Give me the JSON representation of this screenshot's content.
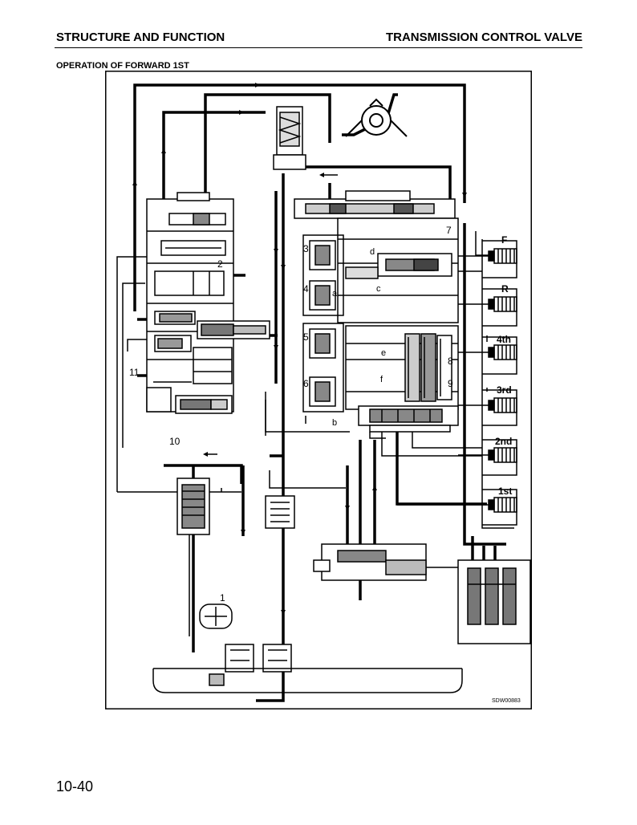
{
  "header": {
    "left": "STRUCTURE AND FUNCTION",
    "right": "TRANSMISSION CONTROL VALVE"
  },
  "section_title": "OPERATION OF FORWARD 1ST",
  "figure": {
    "code": "SDW00883",
    "callouts": [
      "1",
      "2",
      "3",
      "4",
      "5",
      "6",
      "7",
      "8",
      "9",
      "10",
      "11"
    ],
    "port_letters": [
      "a",
      "b",
      "c",
      "d",
      "e",
      "f"
    ],
    "clutch_labels": [
      "F",
      "R",
      "4th",
      "3rd",
      "2nd",
      "1st"
    ]
  },
  "footer": {
    "page_number": "10-40"
  }
}
